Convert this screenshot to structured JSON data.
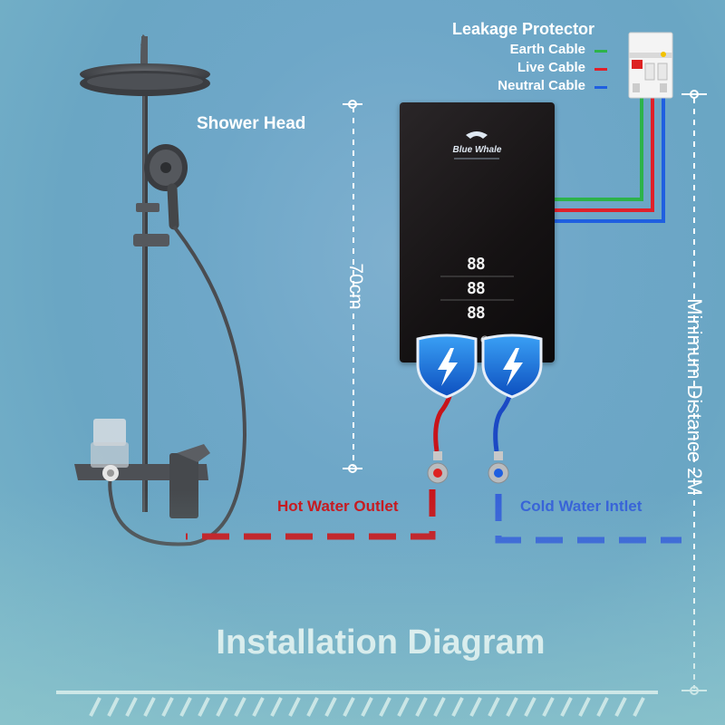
{
  "labels": {
    "leakage_protector": "Leakage Protector",
    "earth_cable": "Earth Cable",
    "live_cable": "Live Cable",
    "neutral_cable": "Neutral Cable",
    "shower_head": "Shower Head",
    "height": "70cm",
    "minimum_distance": "Minimum Distance 2M",
    "hot_water_outlet": "Hot Water Outlet",
    "cold_water_inlet": "Cold Water Intlet",
    "title": "Installation Diagram"
  },
  "heater": {
    "brand": "Blue Whale",
    "display": [
      "88",
      "88",
      "88"
    ]
  },
  "colors": {
    "earth": "#2db34a",
    "live": "#e0202a",
    "neutral": "#1f5fe0",
    "hot_line": "#c8141a",
    "cold_line": "#3560d8",
    "shield": "#1570d8"
  },
  "icons": [
    "lightning-shield-icon",
    "shower-head-icon",
    "circuit-breaker-icon",
    "valve-icon"
  ]
}
